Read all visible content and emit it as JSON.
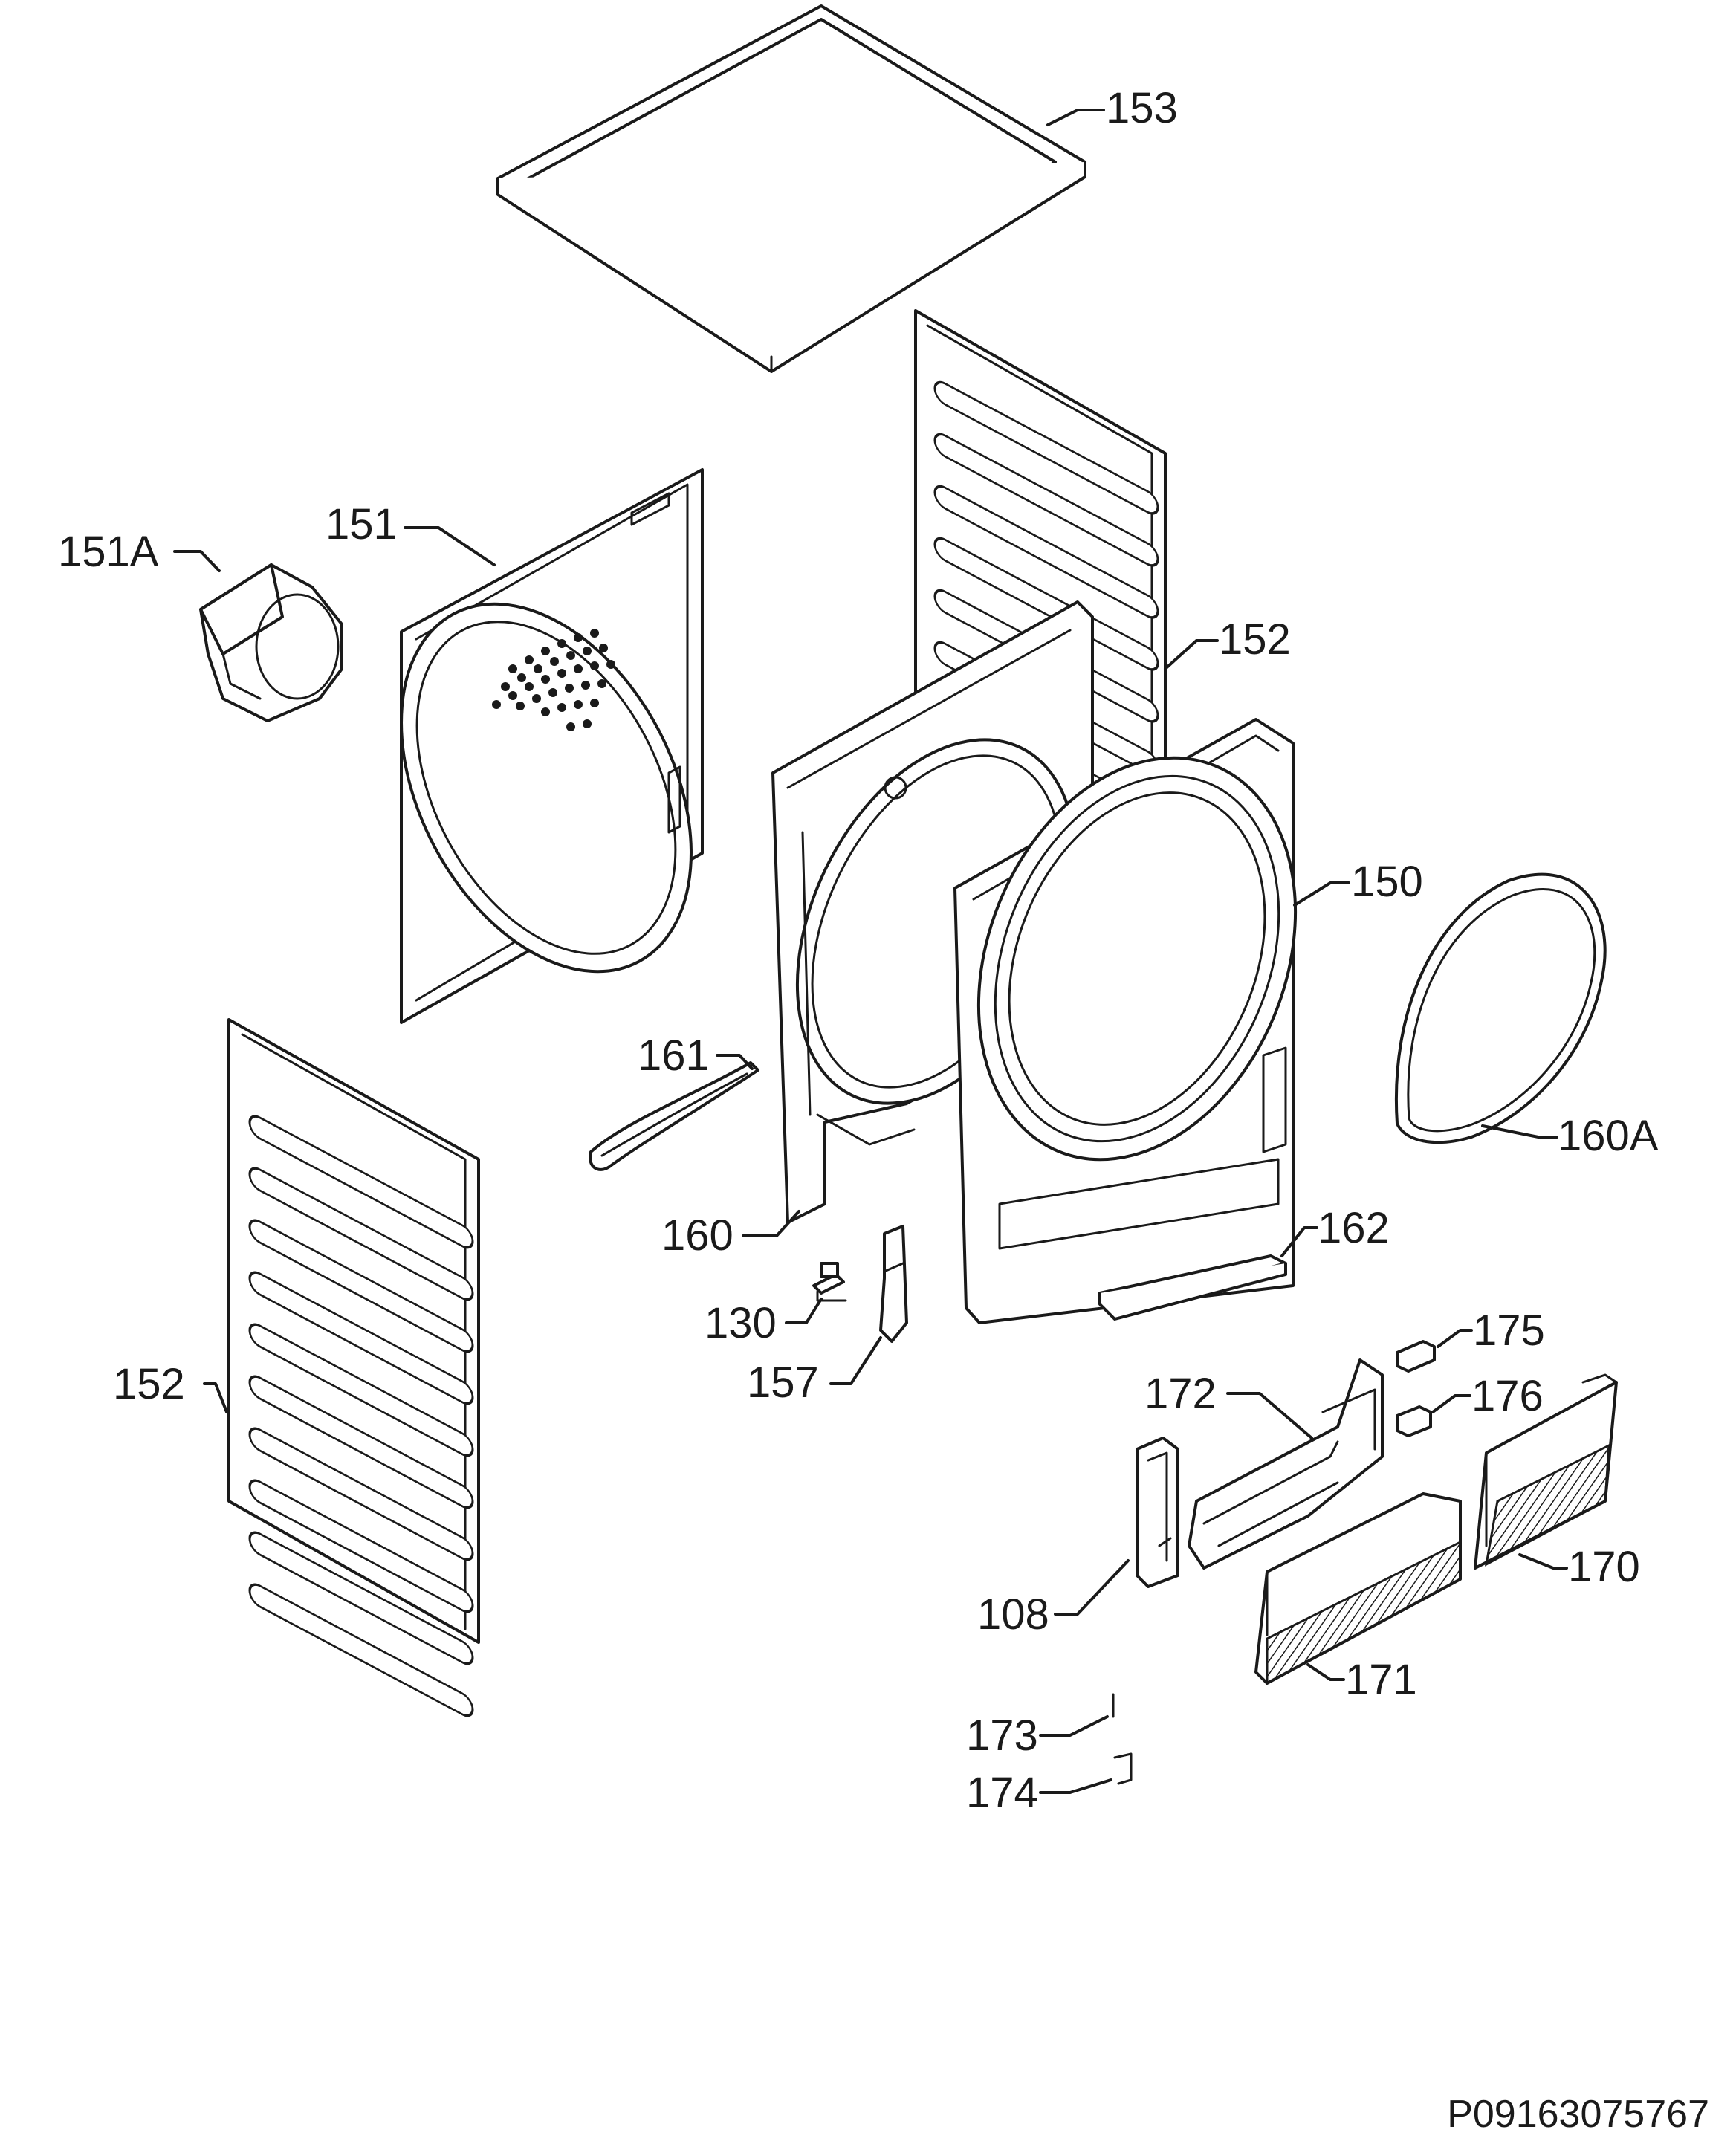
{
  "document_id": "P09163075767",
  "callouts": {
    "c153": "153",
    "c151": "151",
    "c151A": "151A",
    "c152_right": "152",
    "c152_left": "152",
    "c150": "150",
    "c160A": "160A",
    "c161": "161",
    "c160": "160",
    "c162": "162",
    "c130": "130",
    "c157": "157",
    "c175": "175",
    "c172": "172",
    "c176": "176",
    "c170": "170",
    "c108": "108",
    "c171": "171",
    "c173": "173",
    "c174": "174"
  }
}
